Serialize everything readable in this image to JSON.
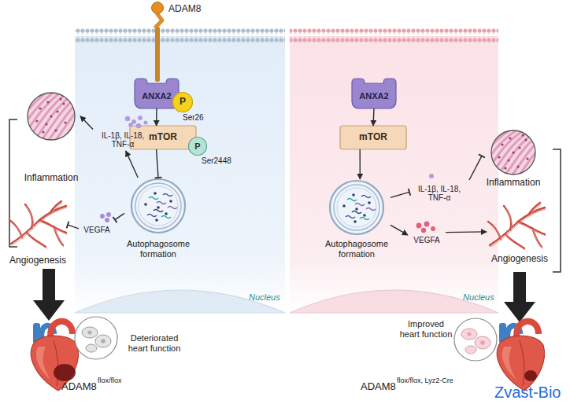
{
  "diagram": {
    "nodes": [
      {
        "text": [
          "ANXA2"
        ]
      },
      {
        "text": [
          "P"
        ]
      },
      {
        "text": [
          "mTOR"
        ]
      },
      {
        "text": [
          "P"
        ]
      },
      {
        "text": [
          "IL-1β, IL-18, TNF-α"
        ]
      },
      {
        "text": [
          "Inflammation"
        ]
      },
      {
        "text": [
          "Autophagosome formation"
        ]
      },
      {
        "text": [
          "VEGFA"
        ]
      },
      {
        "text": [
          "Angiogenesis"
        ]
      },
      {
        "text": [
          "ANXA2"
        ]
      },
      {
        "text": [
          "mTOR"
        ]
      },
      {
        "text": [
          "IL-1β, IL-18, TNF-α"
        ]
      },
      {
        "text": [
          "Inflammation"
        ]
      },
      {
        "text": [
          "Autophagosome formation"
        ]
      },
      {
        "text": [
          "VEGFA"
        ]
      },
      {
        "text": [
          "Angiogenesis"
        ]
      }
    ],
    "edges": [
      {
        "from": 0,
        "to": 2,
        "arrow": "to"
      },
      {
        "from": 2,
        "to": 6,
        "arrow": "to"
      },
      {
        "from": 6,
        "to": 4,
        "arrow": "to"
      },
      {
        "from": 4,
        "to": 5,
        "arrow": "to"
      },
      {
        "from": 6,
        "to": 7,
        "arrow": "to"
      },
      {
        "from": 7,
        "to": 8,
        "arrow": "to"
      },
      {
        "from": 9,
        "to": 10,
        "arrow": "to"
      },
      {
        "from": 10,
        "to": 13,
        "arrow": "to"
      },
      {
        "from": 13,
        "to": 11,
        "arrow": "to"
      },
      {
        "from": 11,
        "to": 12,
        "arrow": "to"
      },
      {
        "from": 13,
        "to": 14,
        "arrow": "to"
      },
      {
        "from": 14,
        "to": 15,
        "arrow": "to"
      }
    ],
    "labels": [
      "ADAM8",
      "Ser26",
      "Ser2448",
      "Nucleus",
      "Nucleus",
      "Deteriorated heart function",
      "ADAM8",
      "flox/flox",
      "Improved heart function",
      "ADAM8",
      "flox/flox, Lyz2-Cre",
      "Zvast-Bio"
    ]
  }
}
